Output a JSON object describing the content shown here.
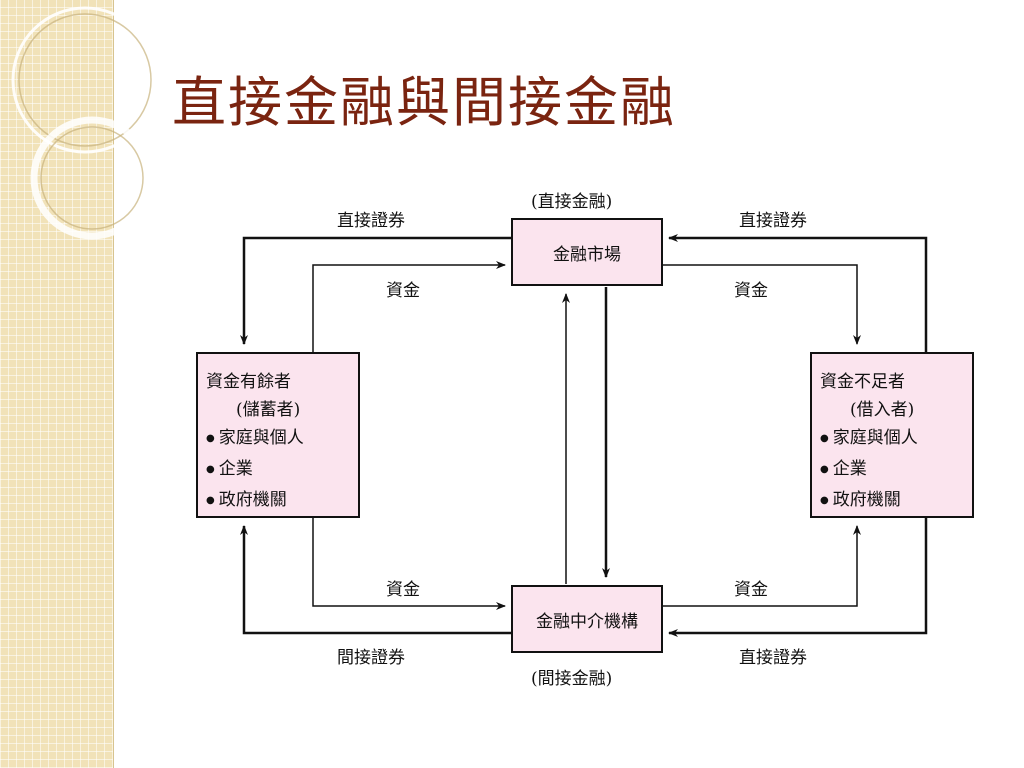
{
  "slide": {
    "title": "直接金融與間接金融"
  },
  "diagram": {
    "market": {
      "label": "金融市場",
      "caption": "(直接金融)"
    },
    "intermediary": {
      "label": "金融中介機構",
      "caption": "(間接金融)"
    },
    "saver": {
      "title": "資金有餘者",
      "subtitle": "(儲蓄者)",
      "items": [
        "家庭與個人",
        "企業",
        "政府機關"
      ]
    },
    "borrower": {
      "title": "資金不足者",
      "subtitle": "(借入者)",
      "items": [
        "家庭與個人",
        "企業",
        "政府機關"
      ]
    },
    "labels": {
      "top_left_securities": "直接證券",
      "top_right_securities": "直接證券",
      "top_left_funds": "資金",
      "top_right_funds": "資金",
      "bottom_left_funds": "資金",
      "bottom_right_funds": "資金",
      "bottom_left_securities": "間接證券",
      "bottom_right_securities": "直接證券"
    }
  }
}
